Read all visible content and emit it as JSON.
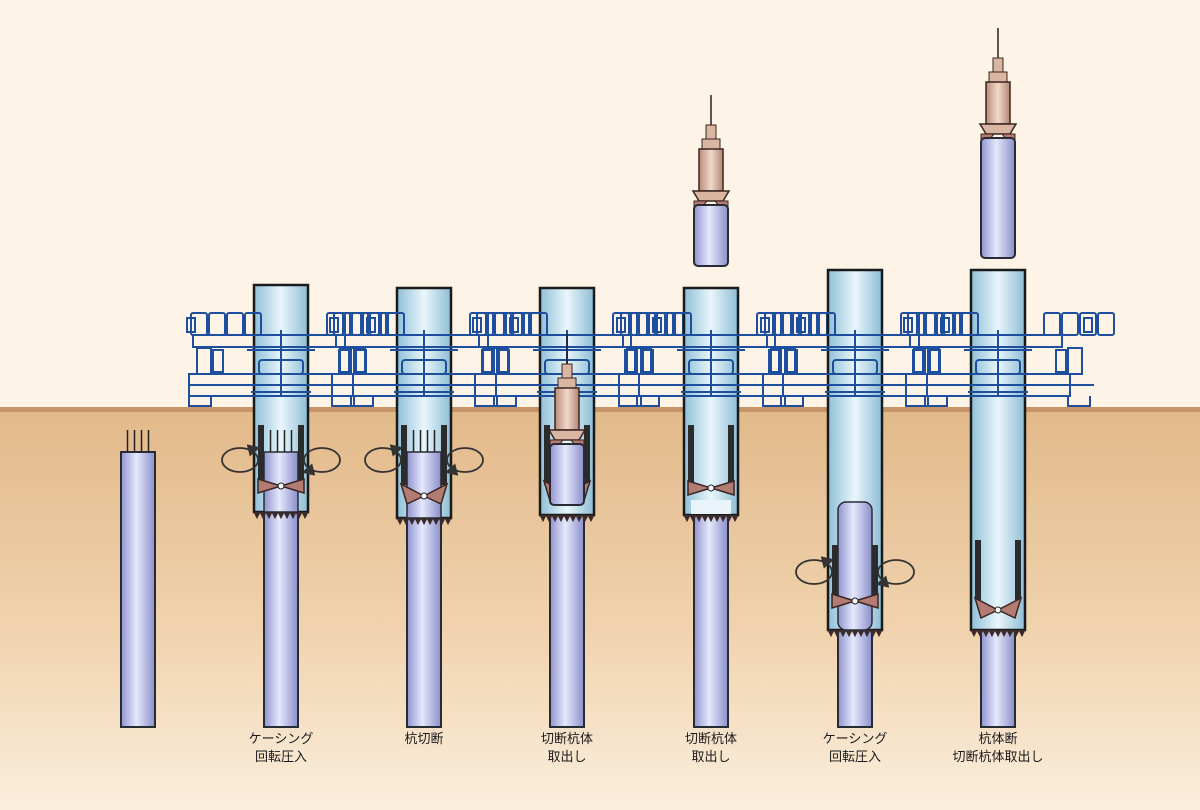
{
  "colors": {
    "sky": "#fdf3e6",
    "ground_top": "#e2b98a",
    "ground_bottom": "#fbeedd",
    "ground_line": "#b9875c",
    "pile_fill": "#b8bde8",
    "pile_stroke": "#2a2a35",
    "casing_fill": "#bfe1ef",
    "machine_blue": "#1d4f9e",
    "cutter": "#b27c72",
    "grab_body": "#d9b6a2",
    "arrow": "#333333"
  },
  "steps": [
    {
      "id": "initial",
      "lines": []
    },
    {
      "id": "casing-press-1",
      "lines": [
        "ケーシング",
        "回転圧入"
      ]
    },
    {
      "id": "pile-cutting",
      "lines": [
        "杭切断"
      ]
    },
    {
      "id": "cut-pile-extract-1",
      "lines": [
        "切断杭体",
        "取出し"
      ]
    },
    {
      "id": "cut-pile-extract-2",
      "lines": [
        "切断杭体",
        "取出し"
      ]
    },
    {
      "id": "casing-press-2",
      "lines": [
        "ケーシング",
        "回転圧入"
      ]
    },
    {
      "id": "pile-cut-extract",
      "lines": [
        "杭体断",
        "切断杭体取出し"
      ]
    }
  ]
}
